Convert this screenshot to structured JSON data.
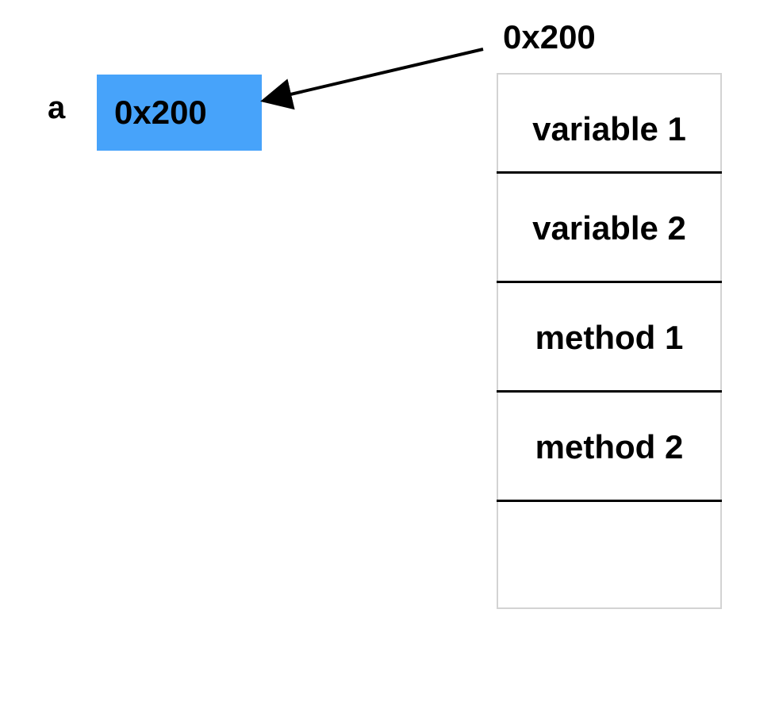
{
  "variable": {
    "name": "a",
    "value": "0x200"
  },
  "object": {
    "address": "0x200",
    "slots": [
      "variable 1",
      "variable 2",
      "method 1",
      "method 2",
      ""
    ]
  },
  "colors": {
    "pointer_fill": "#47a3fa",
    "block_border": "#d3d3d3",
    "divider": "#000000",
    "arrow": "#000000"
  }
}
